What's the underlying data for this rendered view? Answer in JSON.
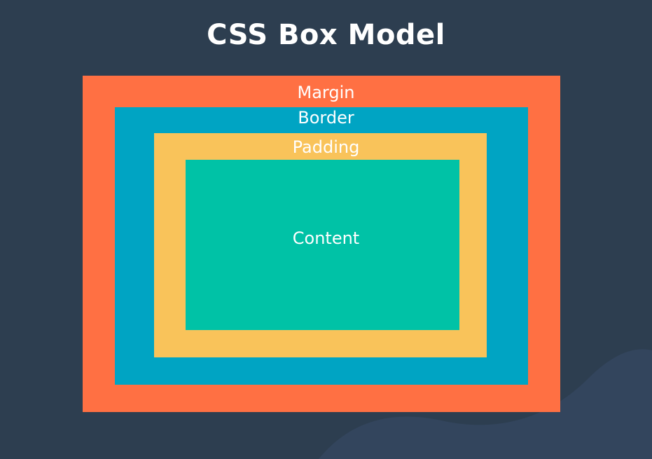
{
  "diagram": {
    "title": "CSS Box Model",
    "layers": {
      "margin": {
        "label": "Margin",
        "color": "#ff7043"
      },
      "border": {
        "label": "Border",
        "color": "#00a4c3"
      },
      "padding": {
        "label": "Padding",
        "color": "#f9c35a"
      },
      "content": {
        "label": "Content",
        "color": "#00c2a6"
      }
    },
    "background_color": "#2d3e50"
  }
}
